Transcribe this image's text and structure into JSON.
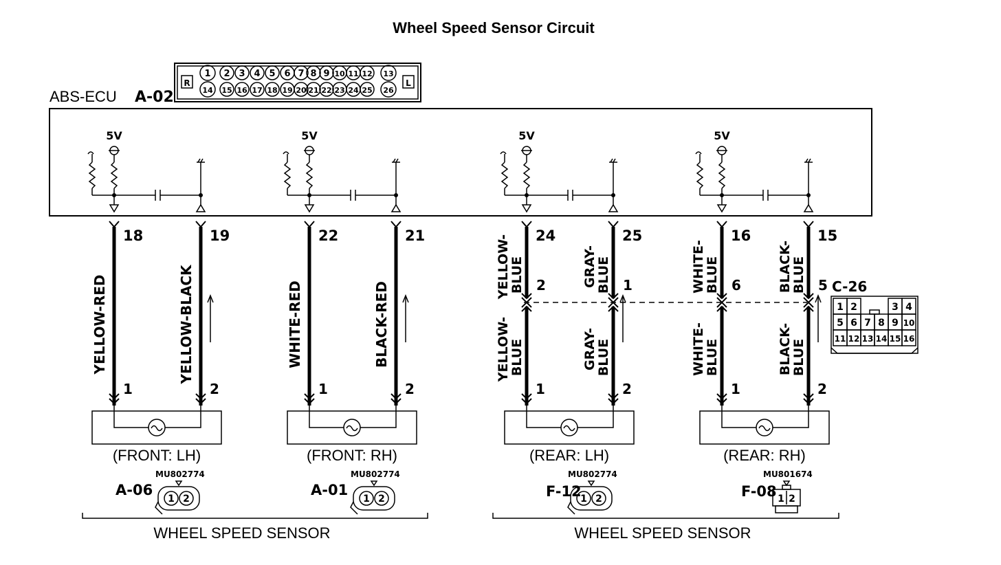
{
  "title": "Wheel Speed Sensor Circuit",
  "ecu": {
    "label": "ABS-ECU",
    "connector_id": "A-02",
    "connector_left": "R",
    "connector_right": "L",
    "pins_top": [
      "1",
      "2",
      "3",
      "4",
      "5",
      "6",
      "7",
      "8",
      "9",
      "10",
      "11",
      "12",
      "13"
    ],
    "pins_bottom": [
      "14",
      "15",
      "16",
      "17",
      "18",
      "19",
      "20",
      "21",
      "22",
      "23",
      "24",
      "25",
      "26"
    ],
    "supply_label": "5V"
  },
  "channels": [
    {
      "ecu_pins": [
        "18",
        "19"
      ],
      "sensor_pins": [
        "1",
        "2"
      ],
      "wire_colors": [
        "YELLOW-RED",
        "YELLOW-BLACK"
      ],
      "position": "(FRONT: LH)",
      "connector_id": "A-06",
      "part_no": "MU802774"
    },
    {
      "ecu_pins": [
        "22",
        "21"
      ],
      "sensor_pins": [
        "1",
        "2"
      ],
      "wire_colors": [
        "WHITE-RED",
        "BLACK-RED"
      ],
      "position": "(FRONT: RH)",
      "connector_id": "A-01",
      "part_no": "MU802774"
    },
    {
      "ecu_pins": [
        "24",
        "25"
      ],
      "junction_pins": [
        "2",
        "1"
      ],
      "sensor_pins": [
        "1",
        "2"
      ],
      "upper_colors": [
        [
          "YELLOW-",
          "BLUE"
        ],
        [
          "GRAY-",
          "BLUE"
        ]
      ],
      "lower_colors": [
        [
          "YELLOW-",
          "BLUE"
        ],
        [
          "GRAY-",
          "BLUE"
        ]
      ],
      "position": "(REAR: LH)",
      "connector_id": "F-12",
      "part_no": "MU802774"
    },
    {
      "ecu_pins": [
        "16",
        "15"
      ],
      "junction_pins": [
        "6",
        "5"
      ],
      "sensor_pins": [
        "1",
        "2"
      ],
      "upper_colors": [
        [
          "WHITE-",
          "BLUE"
        ],
        [
          "BLACK-",
          "BLUE"
        ]
      ],
      "lower_colors": [
        [
          "WHITE-",
          "BLUE"
        ],
        [
          "BLACK-",
          "BLUE"
        ]
      ],
      "position": "(REAR: RH)",
      "connector_id": "F-08",
      "part_no": "MU801674"
    }
  ],
  "junction": {
    "connector_id": "C-26",
    "grid": [
      [
        "1",
        "2",
        "",
        "",
        "3",
        "4"
      ],
      [
        "5",
        "6",
        "7",
        "8",
        "9",
        "10"
      ],
      [
        "11",
        "12",
        "13",
        "14",
        "15",
        "16"
      ]
    ]
  },
  "groups": [
    "WHEEL SPEED SENSOR",
    "WHEEL SPEED SENSOR"
  ]
}
